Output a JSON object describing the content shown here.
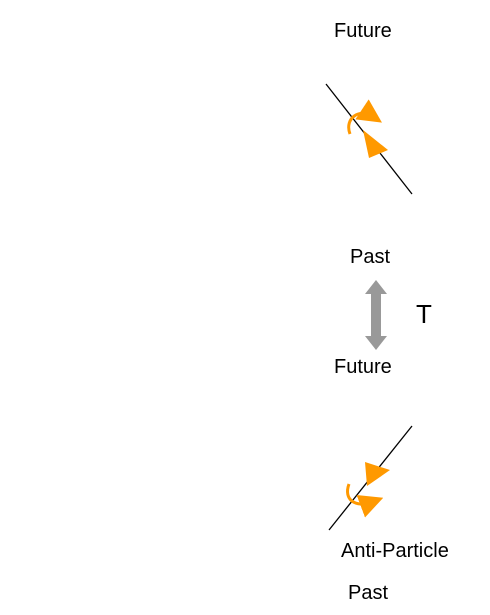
{
  "top_panel": {
    "future_label": "Future",
    "past_label": "Past"
  },
  "transform": {
    "symbol": "T",
    "arrow_color": "#999999"
  },
  "bottom_panel": {
    "future_label": "Future",
    "particle_label": "Anti-Particle",
    "past_label": "Past"
  },
  "colors": {
    "worldline": "#000000",
    "arrow": "#ff9900",
    "spin": "#ff9900"
  },
  "icons": {
    "transform_arrow": "double-headed-vertical-arrow"
  }
}
